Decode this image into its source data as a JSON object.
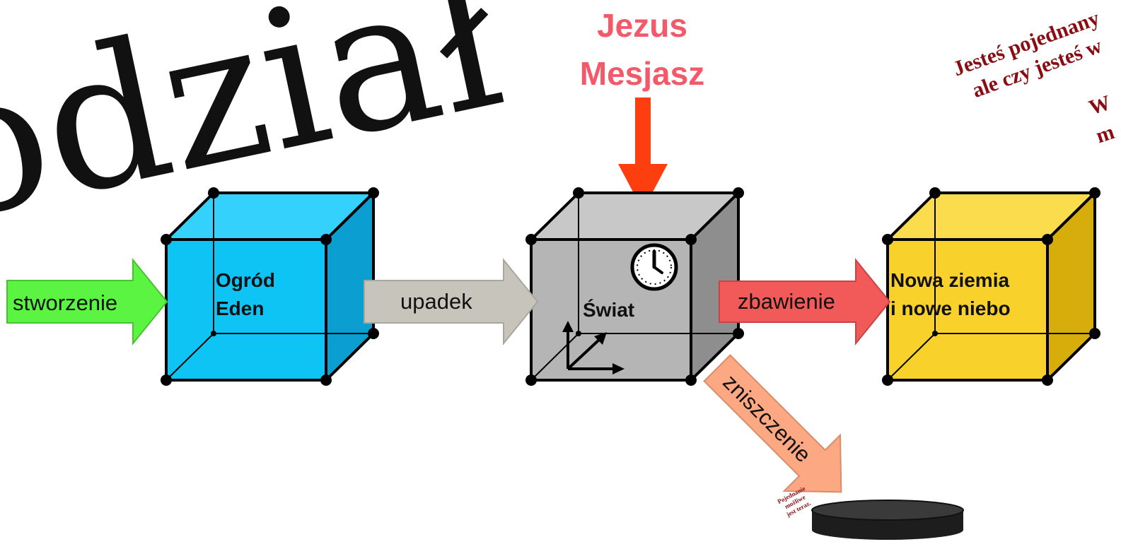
{
  "title": "odział",
  "top_label": {
    "line1": "Jezus",
    "line2": "Mesjasz"
  },
  "notes": {
    "line1": "Jesteś pojednany",
    "line2": "ale czy jesteś w",
    "line3": "W",
    "line4": "m"
  },
  "arrows": {
    "creation": "stworzenie",
    "fall": "upadek",
    "salvation": "zbawienie",
    "destruction": "zniszczenie"
  },
  "cubes": {
    "eden": {
      "line1": "Ogród",
      "line2": "Eden"
    },
    "world": {
      "line1": "Świat"
    },
    "new": {
      "line1": "Nowa ziemia",
      "line2": "i nowe niebo"
    }
  },
  "small_note": {
    "line1": "Pojednanie",
    "line2": "możliwe",
    "line3": "jest teraz."
  },
  "colors": {
    "eden_cube": "#0ec4f5",
    "world_cube": "#b5b5b5",
    "new_cube": "#f8d12a",
    "creation_arrow": "#5cf442",
    "fall_arrow": "#c7c4bc",
    "salvation_arrow": "#f25a5a",
    "destruction_arrow": "#fca882",
    "messiah_arrow": "#fd3f10",
    "note_text": "#8b0d14"
  },
  "icons": [
    "clock-icon",
    "axes-icon",
    "abyss-disc-icon"
  ]
}
